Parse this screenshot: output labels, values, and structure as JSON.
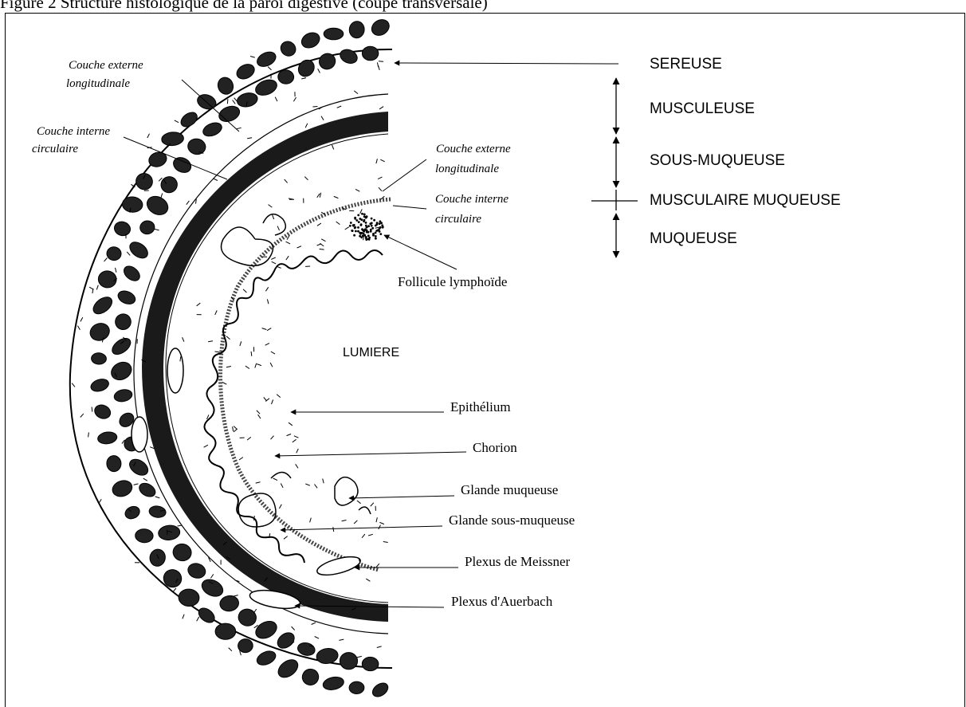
{
  "caption": "Figure 2 Structure histologique de la paroi digestive (coupe transversale)",
  "labels": {
    "left_couche_externe": [
      "Couche externe",
      "longitudinale"
    ],
    "left_couche_interne": [
      "Couche interne",
      "circulaire"
    ],
    "mid_couche_externe": [
      "Couche externe",
      "longitudinale"
    ],
    "mid_couche_interne": [
      "Couche interne",
      "circulaire"
    ],
    "follicule": "Follicule lymphoïde",
    "lumiere": "LUMIERE",
    "epithelium": "Epithélium",
    "chorion": "Chorion",
    "glande_muqueuse": "Glande muqueuse",
    "glande_sous_muqueuse": "Glande sous-muqueuse",
    "plexus_meissner": "Plexus de Meissner",
    "plexus_auerbach": "Plexus d'Auerbach"
  },
  "layers": {
    "sereuse": "SEREUSE",
    "musculeuse": "MUSCULEUSE",
    "sous_muqueuse": "SOUS-MUQUEUSE",
    "musculaire_muqueuse": "MUSCULAIRE MUQUEUSE",
    "muqueuse": "MUQUEUSE"
  }
}
